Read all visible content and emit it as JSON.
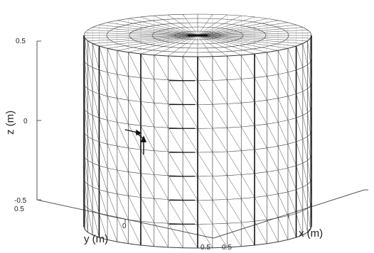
{
  "figure": {
    "axes": {
      "z": {
        "label": "z (m)",
        "ticks": [
          "0.5",
          "0",
          "-0.5"
        ]
      },
      "y": {
        "label": "y (m)",
        "ticks": [
          "0.5",
          "0"
        ]
      },
      "x": {
        "label": "x (m)",
        "ticks": [
          "0.5",
          "0.5"
        ]
      }
    },
    "colors": {
      "wire": "#3a3a3a",
      "axis": "#555555",
      "background": "#ffffff"
    },
    "mesh": {
      "segments": 24,
      "rings": 8,
      "radial_spokes": 48
    }
  }
}
